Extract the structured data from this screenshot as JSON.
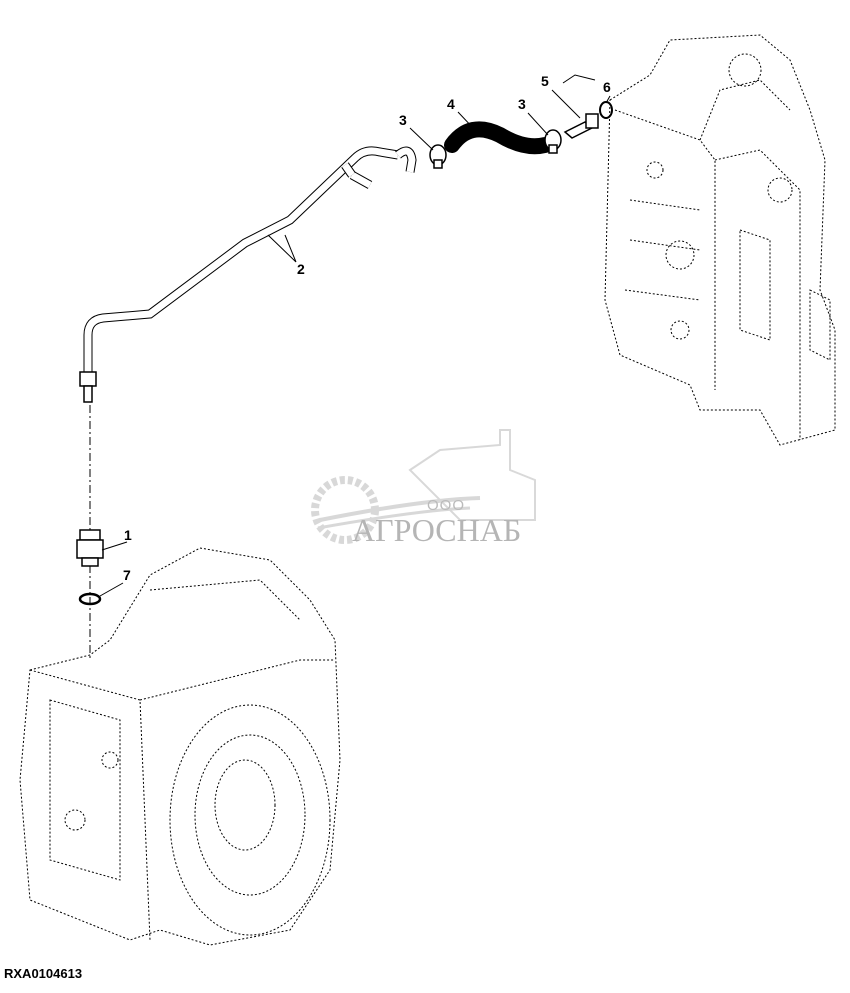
{
  "figure_id": "RXA0104613",
  "watermark": {
    "prefix": "ООО",
    "name": "АГРОСНАБ"
  },
  "callouts": [
    {
      "id": "callout-1",
      "label": "1"
    },
    {
      "id": "callout-2",
      "label": "2"
    },
    {
      "id": "callout-3a",
      "label": "3"
    },
    {
      "id": "callout-4",
      "label": "4"
    },
    {
      "id": "callout-3b",
      "label": "3"
    },
    {
      "id": "callout-5",
      "label": "5"
    },
    {
      "id": "callout-6",
      "label": "6"
    },
    {
      "id": "callout-7",
      "label": "7"
    }
  ]
}
